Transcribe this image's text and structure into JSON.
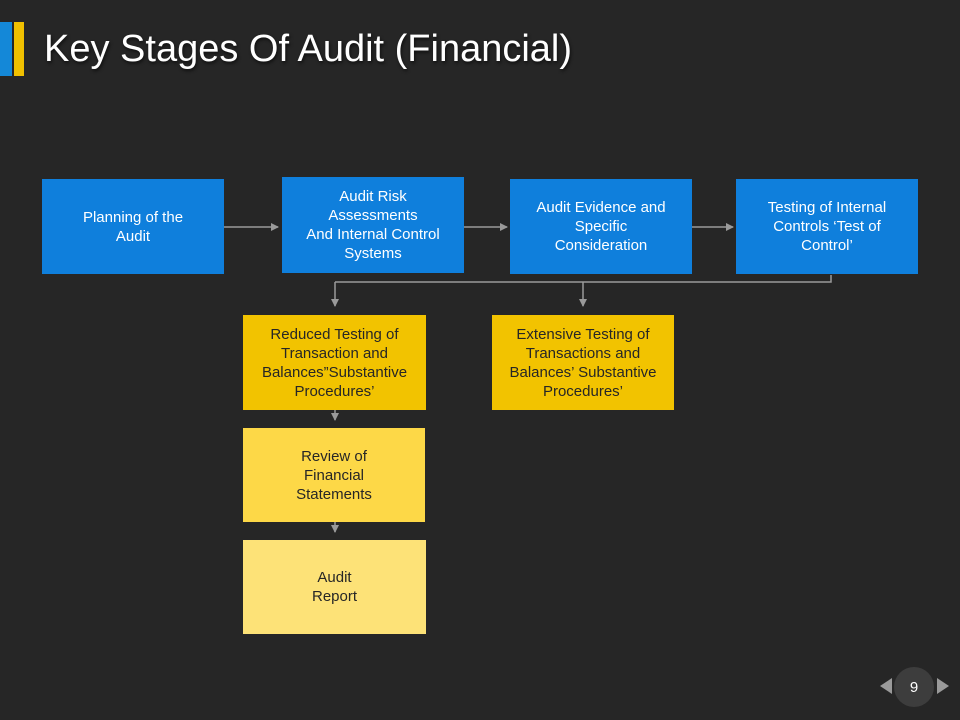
{
  "slide": {
    "title": "Key Stages Of Audit (Financial)",
    "page_number": "9"
  },
  "diagram": {
    "top_row": [
      {
        "label": "Planning of the\nAudit"
      },
      {
        "label": "Audit Risk\nAssessments\nAnd Internal Control\nSystems"
      },
      {
        "label": "Audit Evidence and\nSpecific\nConsideration"
      },
      {
        "label": "Testing of Internal\nControls ‘Test of\nControl’"
      }
    ],
    "branches": [
      {
        "label": "Reduced Testing of\nTransaction and\nBalances”Substantive\nProcedures’"
      },
      {
        "label": "Extensive Testing of\nTransactions and\nBalances’ Substantive\nProcedures’"
      }
    ],
    "final_steps": [
      {
        "label": "Review of\nFinancial\nStatements"
      },
      {
        "label": "Audit\nReport"
      }
    ]
  },
  "colors": {
    "background": "#262626",
    "blue_box": "#0f7fdc",
    "yellow_dark": "#f2c300",
    "yellow_mid": "#fdd847",
    "yellow_light": "#fde277",
    "connector": "#9a9a9a"
  }
}
